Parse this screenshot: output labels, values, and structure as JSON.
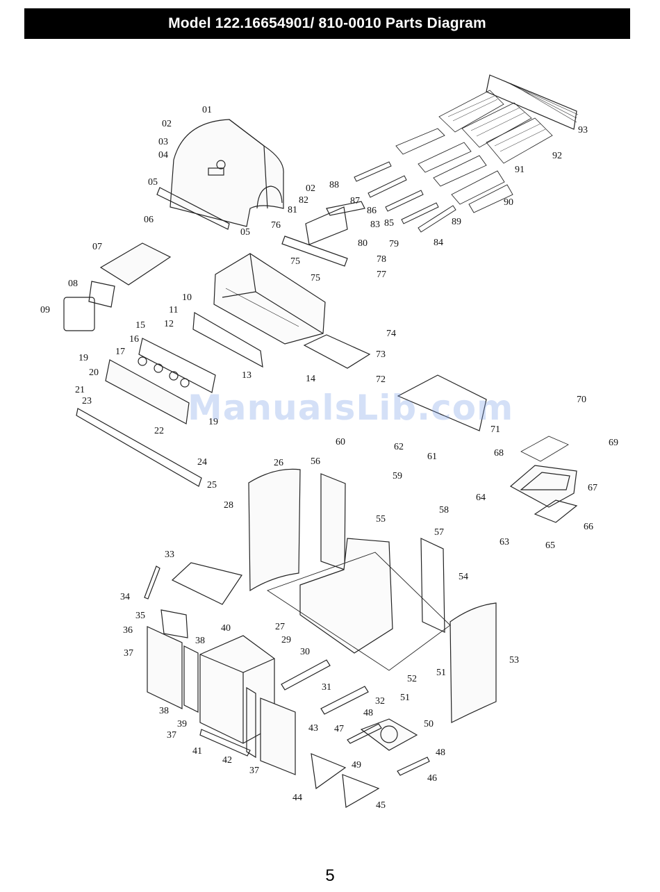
{
  "header": {
    "title": "Model 122.16654901/ 810-0010 Parts Diagram"
  },
  "watermark": "ManualsLib.com",
  "footer": {
    "page_number": "5"
  },
  "callouts": [
    "01",
    "02",
    "03",
    "04",
    "05",
    "06",
    "05",
    "02",
    "07",
    "08",
    "09",
    "10",
    "11",
    "12",
    "15",
    "16",
    "17",
    "19",
    "20",
    "21",
    "23",
    "22",
    "19",
    "24",
    "25",
    "13",
    "14",
    "76",
    "75",
    "75",
    "81",
    "82",
    "83",
    "80",
    "79",
    "78",
    "77",
    "88",
    "87",
    "86",
    "85",
    "84",
    "89",
    "90",
    "91",
    "92",
    "93",
    "74",
    "73",
    "72",
    "71",
    "70",
    "69",
    "68",
    "67",
    "66",
    "65",
    "64",
    "63",
    "57",
    "58",
    "59",
    "60",
    "61",
    "62",
    "26",
    "56",
    "28",
    "55",
    "54",
    "53",
    "52",
    "51",
    "51",
    "33",
    "34",
    "35",
    "36",
    "37",
    "38",
    "38",
    "39",
    "37",
    "40",
    "41",
    "42",
    "43",
    "37",
    "27",
    "29",
    "30",
    "31",
    "32",
    "48",
    "47",
    "50",
    "48",
    "49",
    "46",
    "44",
    "45"
  ]
}
